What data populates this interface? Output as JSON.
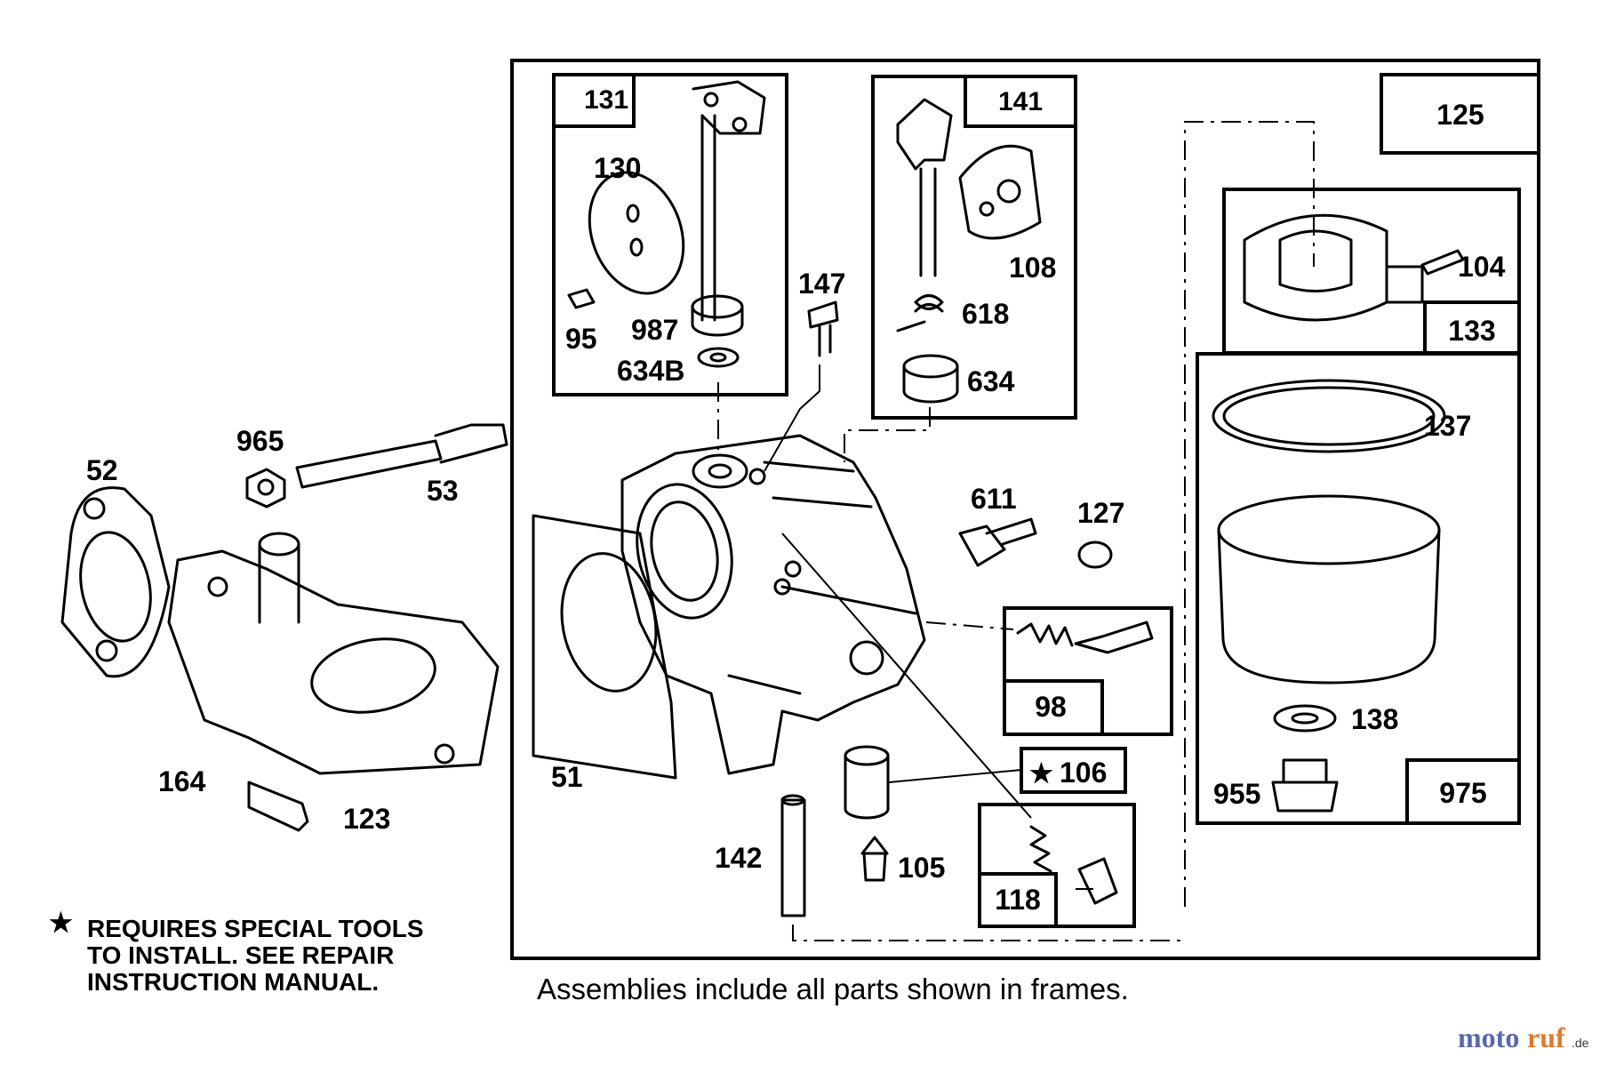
{
  "labels": {
    "p131": "131",
    "p130": "130",
    "p95": "95",
    "p987": "987",
    "p634b": "634B",
    "p147": "147",
    "p141": "141",
    "p108": "108",
    "p618": "618",
    "p634": "634",
    "p125": "125",
    "p104": "104",
    "p133": "133",
    "p137": "137",
    "p138": "138",
    "p955": "955",
    "p975": "975",
    "p965": "965",
    "p52": "52",
    "p53": "53",
    "p164": "164",
    "p123": "123",
    "p51": "51",
    "p611": "611",
    "p127": "127",
    "p98": "98",
    "p106": "106",
    "p142": "142",
    "p105": "105",
    "p118": "118"
  },
  "star_symbol": "★",
  "note": {
    "line1": "REQUIRES SPECIAL TOOLS",
    "line2": "TO INSTALL.  SEE REPAIR",
    "line3": "INSTRUCTION MANUAL."
  },
  "caption": "Assemblies include all parts shown in frames.",
  "watermark": {
    "part1": "moto",
    "part2": "ruf",
    "suffix": ".de"
  }
}
